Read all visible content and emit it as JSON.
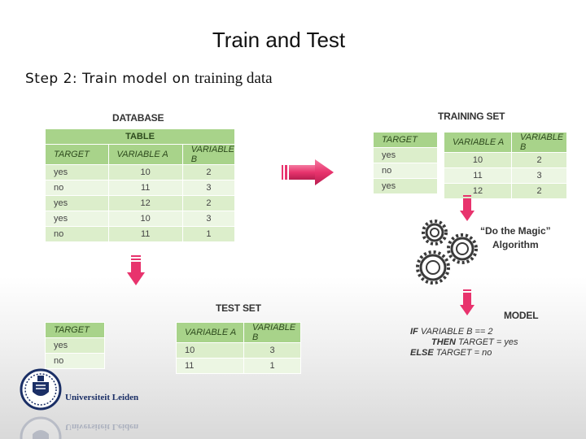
{
  "title": "Train and Test",
  "subtitle": {
    "step": "Step 2: Train model on",
    "emphasis": "training data"
  },
  "database": {
    "label": "DATABASE",
    "table_label": "TABLE",
    "columns": [
      "TARGET",
      "VARIABLE A",
      "VARIABLE B"
    ],
    "rows": [
      [
        "yes",
        "10",
        "2"
      ],
      [
        "no",
        "11",
        "3"
      ],
      [
        "yes",
        "12",
        "2"
      ],
      [
        "yes",
        "10",
        "3"
      ],
      [
        "no",
        "11",
        "1"
      ]
    ]
  },
  "training_set": {
    "label": "TRAINING SET",
    "target_header": "TARGET",
    "target_values": [
      "yes",
      "no",
      "yes"
    ],
    "var_headers": [
      "VARIABLE A",
      "VARIABLE B"
    ],
    "rows": [
      [
        "10",
        "2"
      ],
      [
        "11",
        "3"
      ],
      [
        "12",
        "2"
      ]
    ]
  },
  "test_set": {
    "label": "TEST SET",
    "target_header": "TARGET",
    "target_values": [
      "yes",
      "no"
    ],
    "var_headers": [
      "VARIABLE A",
      "VARIABLE B"
    ],
    "rows": [
      [
        "10",
        "3"
      ],
      [
        "11",
        "1"
      ]
    ]
  },
  "algorithm": {
    "line1": "“Do the Magic”",
    "line2": "Algorithm"
  },
  "model": {
    "label": "MODEL",
    "line1_kw": "IF",
    "line1_rest": "VARIABLE B == 2",
    "line2_kw": "THEN",
    "line2_rest": "TARGET = yes",
    "line3_kw": "ELSE",
    "line3_rest": "TARGET = no"
  },
  "logo": {
    "text": "Universiteit Leiden"
  },
  "colors": {
    "header_green": "#a8d38a",
    "row_green": "#dceecb",
    "arrow_pink": "#e8336d",
    "logo_blue": "#1b2f66"
  }
}
